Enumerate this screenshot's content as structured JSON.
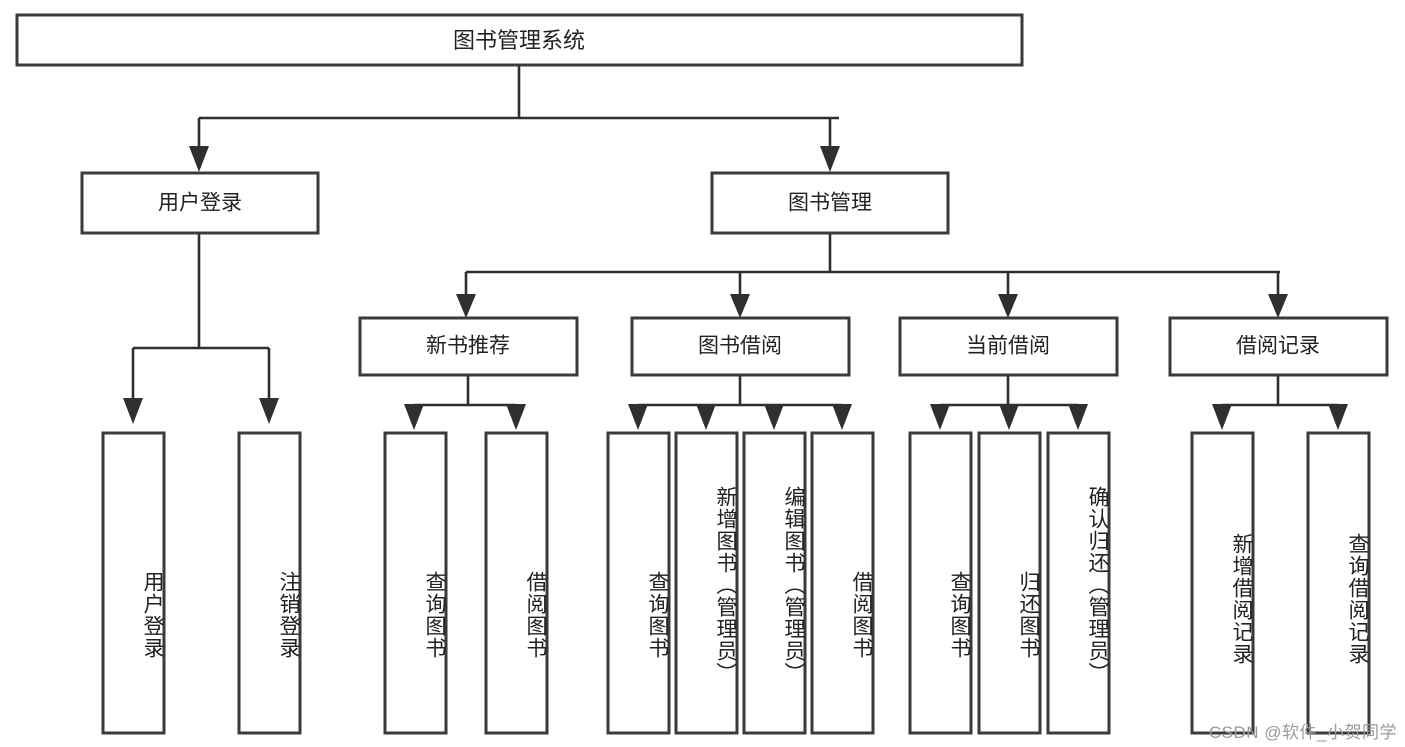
{
  "diagram": {
    "type": "tree",
    "title": "图书管理系统",
    "watermark": "CSDN @软件_小贺同学",
    "colors": {
      "box_stroke": "#3a3a3a",
      "connector": "#2f2f2f",
      "background": "#ffffff",
      "text": "#222222",
      "watermark": "#9a9a9a"
    },
    "levels": [
      {
        "level": 0,
        "nodes": [
          {
            "id": "root",
            "label": "图书管理系统",
            "orientation": "horizontal"
          }
        ]
      },
      {
        "level": 1,
        "nodes": [
          {
            "id": "login",
            "label": "用户登录",
            "orientation": "horizontal",
            "parent": "root"
          },
          {
            "id": "bookmgmt",
            "label": "图书管理",
            "orientation": "horizontal",
            "parent": "root"
          }
        ]
      },
      {
        "level": 2,
        "nodes": [
          {
            "id": "newbook",
            "label": "新书推荐",
            "orientation": "horizontal",
            "parent": "bookmgmt"
          },
          {
            "id": "borrow",
            "label": "图书借阅",
            "orientation": "horizontal",
            "parent": "bookmgmt"
          },
          {
            "id": "current",
            "label": "当前借阅",
            "orientation": "horizontal",
            "parent": "bookmgmt"
          },
          {
            "id": "records",
            "label": "借阅记录",
            "orientation": "horizontal",
            "parent": "bookmgmt"
          }
        ]
      },
      {
        "level": 3,
        "nodes": [
          {
            "id": "leaf-1",
            "label": "用户登录",
            "orientation": "vertical",
            "parent": "login"
          },
          {
            "id": "leaf-2",
            "label": "注销登录",
            "orientation": "vertical",
            "parent": "login"
          },
          {
            "id": "leaf-3",
            "label": "查询图书",
            "orientation": "vertical",
            "parent": "newbook"
          },
          {
            "id": "leaf-4",
            "label": "借阅图书",
            "orientation": "vertical",
            "parent": "newbook"
          },
          {
            "id": "leaf-5",
            "label": "查询图书",
            "orientation": "vertical",
            "parent": "borrow"
          },
          {
            "id": "leaf-6",
            "label": "新增图书（管理员）",
            "orientation": "vertical",
            "parent": "borrow"
          },
          {
            "id": "leaf-7",
            "label": "编辑图书（管理员）",
            "orientation": "vertical",
            "parent": "borrow"
          },
          {
            "id": "leaf-8",
            "label": "借阅图书",
            "orientation": "vertical",
            "parent": "borrow"
          },
          {
            "id": "leaf-9",
            "label": "查询图书",
            "orientation": "vertical",
            "parent": "current"
          },
          {
            "id": "leaf-10",
            "label": "归还图书",
            "orientation": "vertical",
            "parent": "current"
          },
          {
            "id": "leaf-11",
            "label": "确认归还（管理员）",
            "orientation": "vertical",
            "parent": "current"
          },
          {
            "id": "leaf-12",
            "label": "新增借阅记录",
            "orientation": "vertical",
            "parent": "records"
          },
          {
            "id": "leaf-13",
            "label": "查询借阅记录",
            "orientation": "vertical",
            "parent": "records"
          }
        ]
      }
    ]
  }
}
